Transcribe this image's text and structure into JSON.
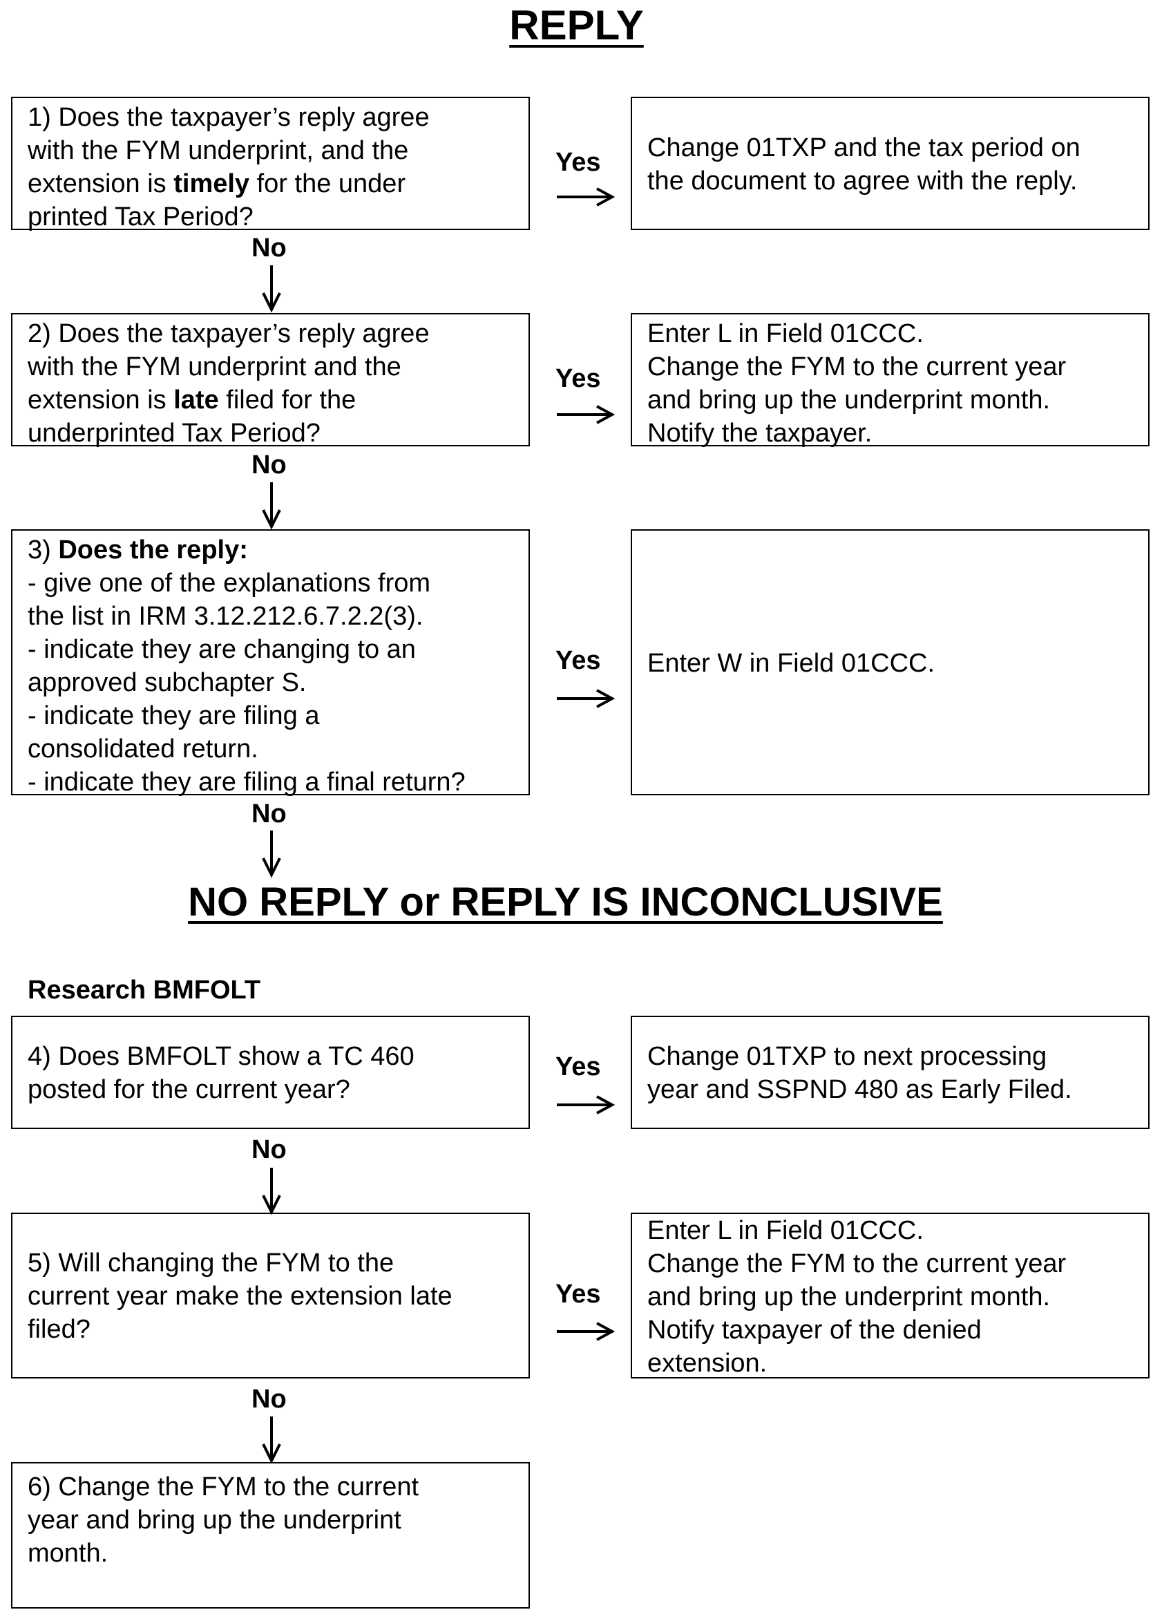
{
  "headings": {
    "reply": "REPLY",
    "no_reply": "NO REPLY or REPLY IS INCONCLUSIVE",
    "research": "Research BMFOLT"
  },
  "labels": {
    "yes": "Yes",
    "no": "No"
  },
  "steps": [
    {
      "question": [
        [
          {
            "t": "1) Does the taxpayer’s reply agree"
          }
        ],
        [
          {
            "t": "with the FYM underprint, and the"
          }
        ],
        [
          {
            "t": "extension is "
          },
          {
            "t": "timely",
            "b": true
          },
          {
            "t": " for the under"
          }
        ],
        [
          {
            "t": "printed Tax Period?"
          }
        ]
      ],
      "action": [
        [
          {
            "t": "Change 01TXP and the tax period on"
          }
        ],
        [
          {
            "t": "the document to agree with the reply."
          }
        ]
      ]
    },
    {
      "question": [
        [
          {
            "t": "2) Does the taxpayer’s reply agree"
          }
        ],
        [
          {
            "t": "with the FYM underprint and the"
          }
        ],
        [
          {
            "t": "extension is "
          },
          {
            "t": "late",
            "b": true
          },
          {
            "t": " filed for the"
          }
        ],
        [
          {
            "t": "underprinted Tax Period?"
          }
        ]
      ],
      "action": [
        [
          {
            "t": "Enter L in Field 01CCC."
          }
        ],
        [
          {
            "t": "Change the FYM to the current year"
          }
        ],
        [
          {
            "t": "and bring up the underprint month."
          }
        ],
        [
          {
            "t": "Notify the taxpayer."
          }
        ]
      ]
    },
    {
      "question": [
        [
          {
            "t": "3) "
          },
          {
            "t": "Does the reply:",
            "b": true
          }
        ],
        [
          {
            "t": "- give one of the explanations from"
          }
        ],
        [
          {
            "t": "the list in IRM 3.12.212.6.7.2.2(3)."
          }
        ],
        [
          {
            "t": "- indicate they are changing to an"
          }
        ],
        [
          {
            "t": "approved subchapter S."
          }
        ],
        [
          {
            "t": "- indicate they are filing a"
          }
        ],
        [
          {
            "t": "consolidated return."
          }
        ],
        [
          {
            "t": "- indicate they are filing a final return?"
          }
        ]
      ],
      "action": [
        [
          {
            "t": "Enter W in Field 01CCC."
          }
        ]
      ]
    },
    {
      "question": [
        [
          {
            "t": "4) Does BMFOLT show a TC 460"
          }
        ],
        [
          {
            "t": "posted for the current year?"
          }
        ]
      ],
      "action": [
        [
          {
            "t": "Change 01TXP to next processing"
          }
        ],
        [
          {
            "t": "year and SSPND 480 as Early Filed."
          }
        ]
      ]
    },
    {
      "question": [
        [
          {
            "t": "5) Will changing the FYM to the"
          }
        ],
        [
          {
            "t": "current year make the extension late"
          }
        ],
        [
          {
            "t": "filed?"
          }
        ]
      ],
      "action": [
        [
          {
            "t": "Enter L in Field 01CCC."
          }
        ],
        [
          {
            "t": "Change the FYM to the current year"
          }
        ],
        [
          {
            "t": "and bring up the underprint month."
          }
        ],
        [
          {
            "t": "Notify taxpayer of the denied"
          }
        ],
        [
          {
            "t": "extension."
          }
        ]
      ]
    },
    {
      "question": [
        [
          {
            "t": "6) Change the FYM to the current"
          }
        ],
        [
          {
            "t": "year and bring up the underprint"
          }
        ],
        [
          {
            "t": "month."
          }
        ]
      ]
    }
  ]
}
